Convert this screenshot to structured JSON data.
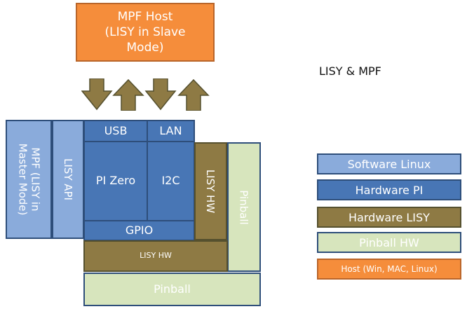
{
  "host": {
    "lines": [
      "MPF Host",
      "(LISY in Slave",
      "Mode)"
    ]
  },
  "title": "LISY & MPF",
  "stack": {
    "mpf_master": [
      "MPF (LISY in",
      "Master Mode)"
    ],
    "lisy_api": "LISY API",
    "usb": "USB",
    "lan": "LAN",
    "pi_zero": "PI Zero",
    "i2c": "I2C",
    "gpio": "GPIO",
    "lisy_hw_vertical": "LISY HW",
    "pinball_vertical": "Pinball",
    "lisy_hw_horizontal": "LISY HW",
    "pinball_horizontal": "Pinball"
  },
  "legend": {
    "software": "Software Linux",
    "hardware_pi": "Hardware PI",
    "hardware_lisy": "Hardware LISY",
    "pinball_hw": "Pinball HW",
    "host": "Host (Win, MAC, Linux)"
  },
  "colors": {
    "host": "#f58d3b",
    "software": "#8aabdb",
    "hardware_pi": "#4876b5",
    "hardware_lisy": "#8e7a44",
    "pinball": "#d7e5bd",
    "arrow": "#8e7a44"
  },
  "arrows": [
    "arrow-down-icon",
    "arrow-up-icon",
    "arrow-down-icon",
    "arrow-up-icon"
  ]
}
